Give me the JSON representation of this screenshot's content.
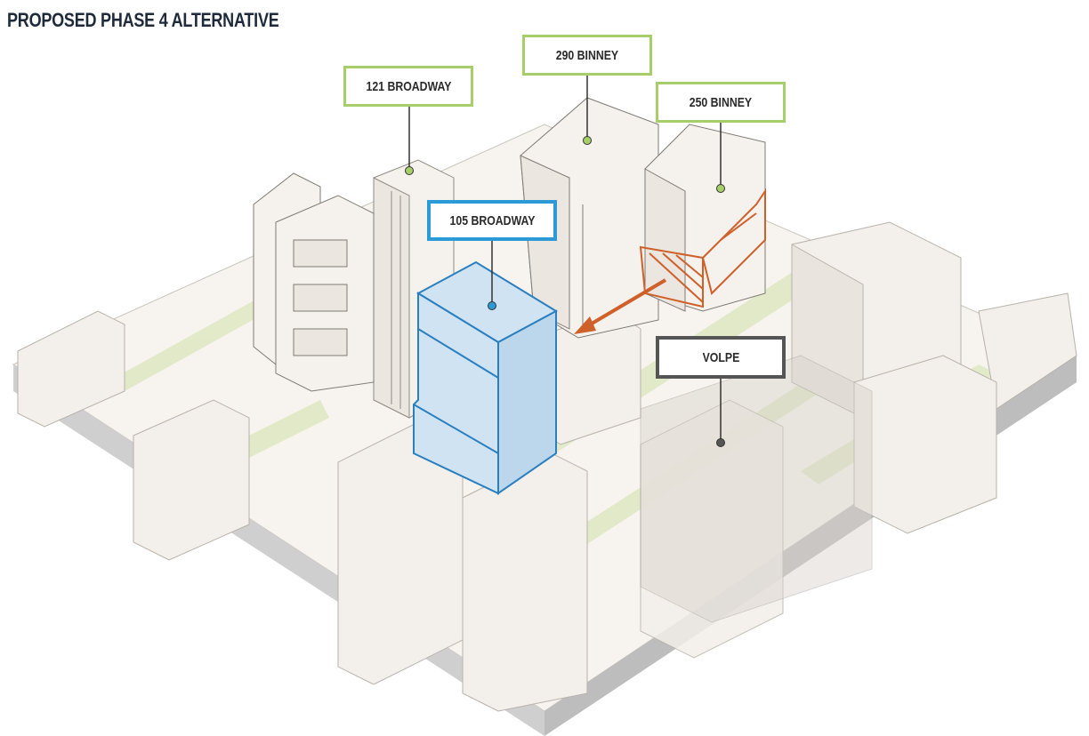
{
  "title": "PROPOSED PHASE 4 ALTERNATIVE",
  "labels": {
    "b121": "121 BROADWAY",
    "b290": "290 BINNEY",
    "b250": "250 BINNEY",
    "b105": "105 BROADWAY",
    "volpe": "VOLPE"
  },
  "colors": {
    "existing_marker": "#a6cf6a",
    "proposed": "#2b9ad6",
    "relocated": "#d0602a",
    "volpe": "#555555"
  }
}
